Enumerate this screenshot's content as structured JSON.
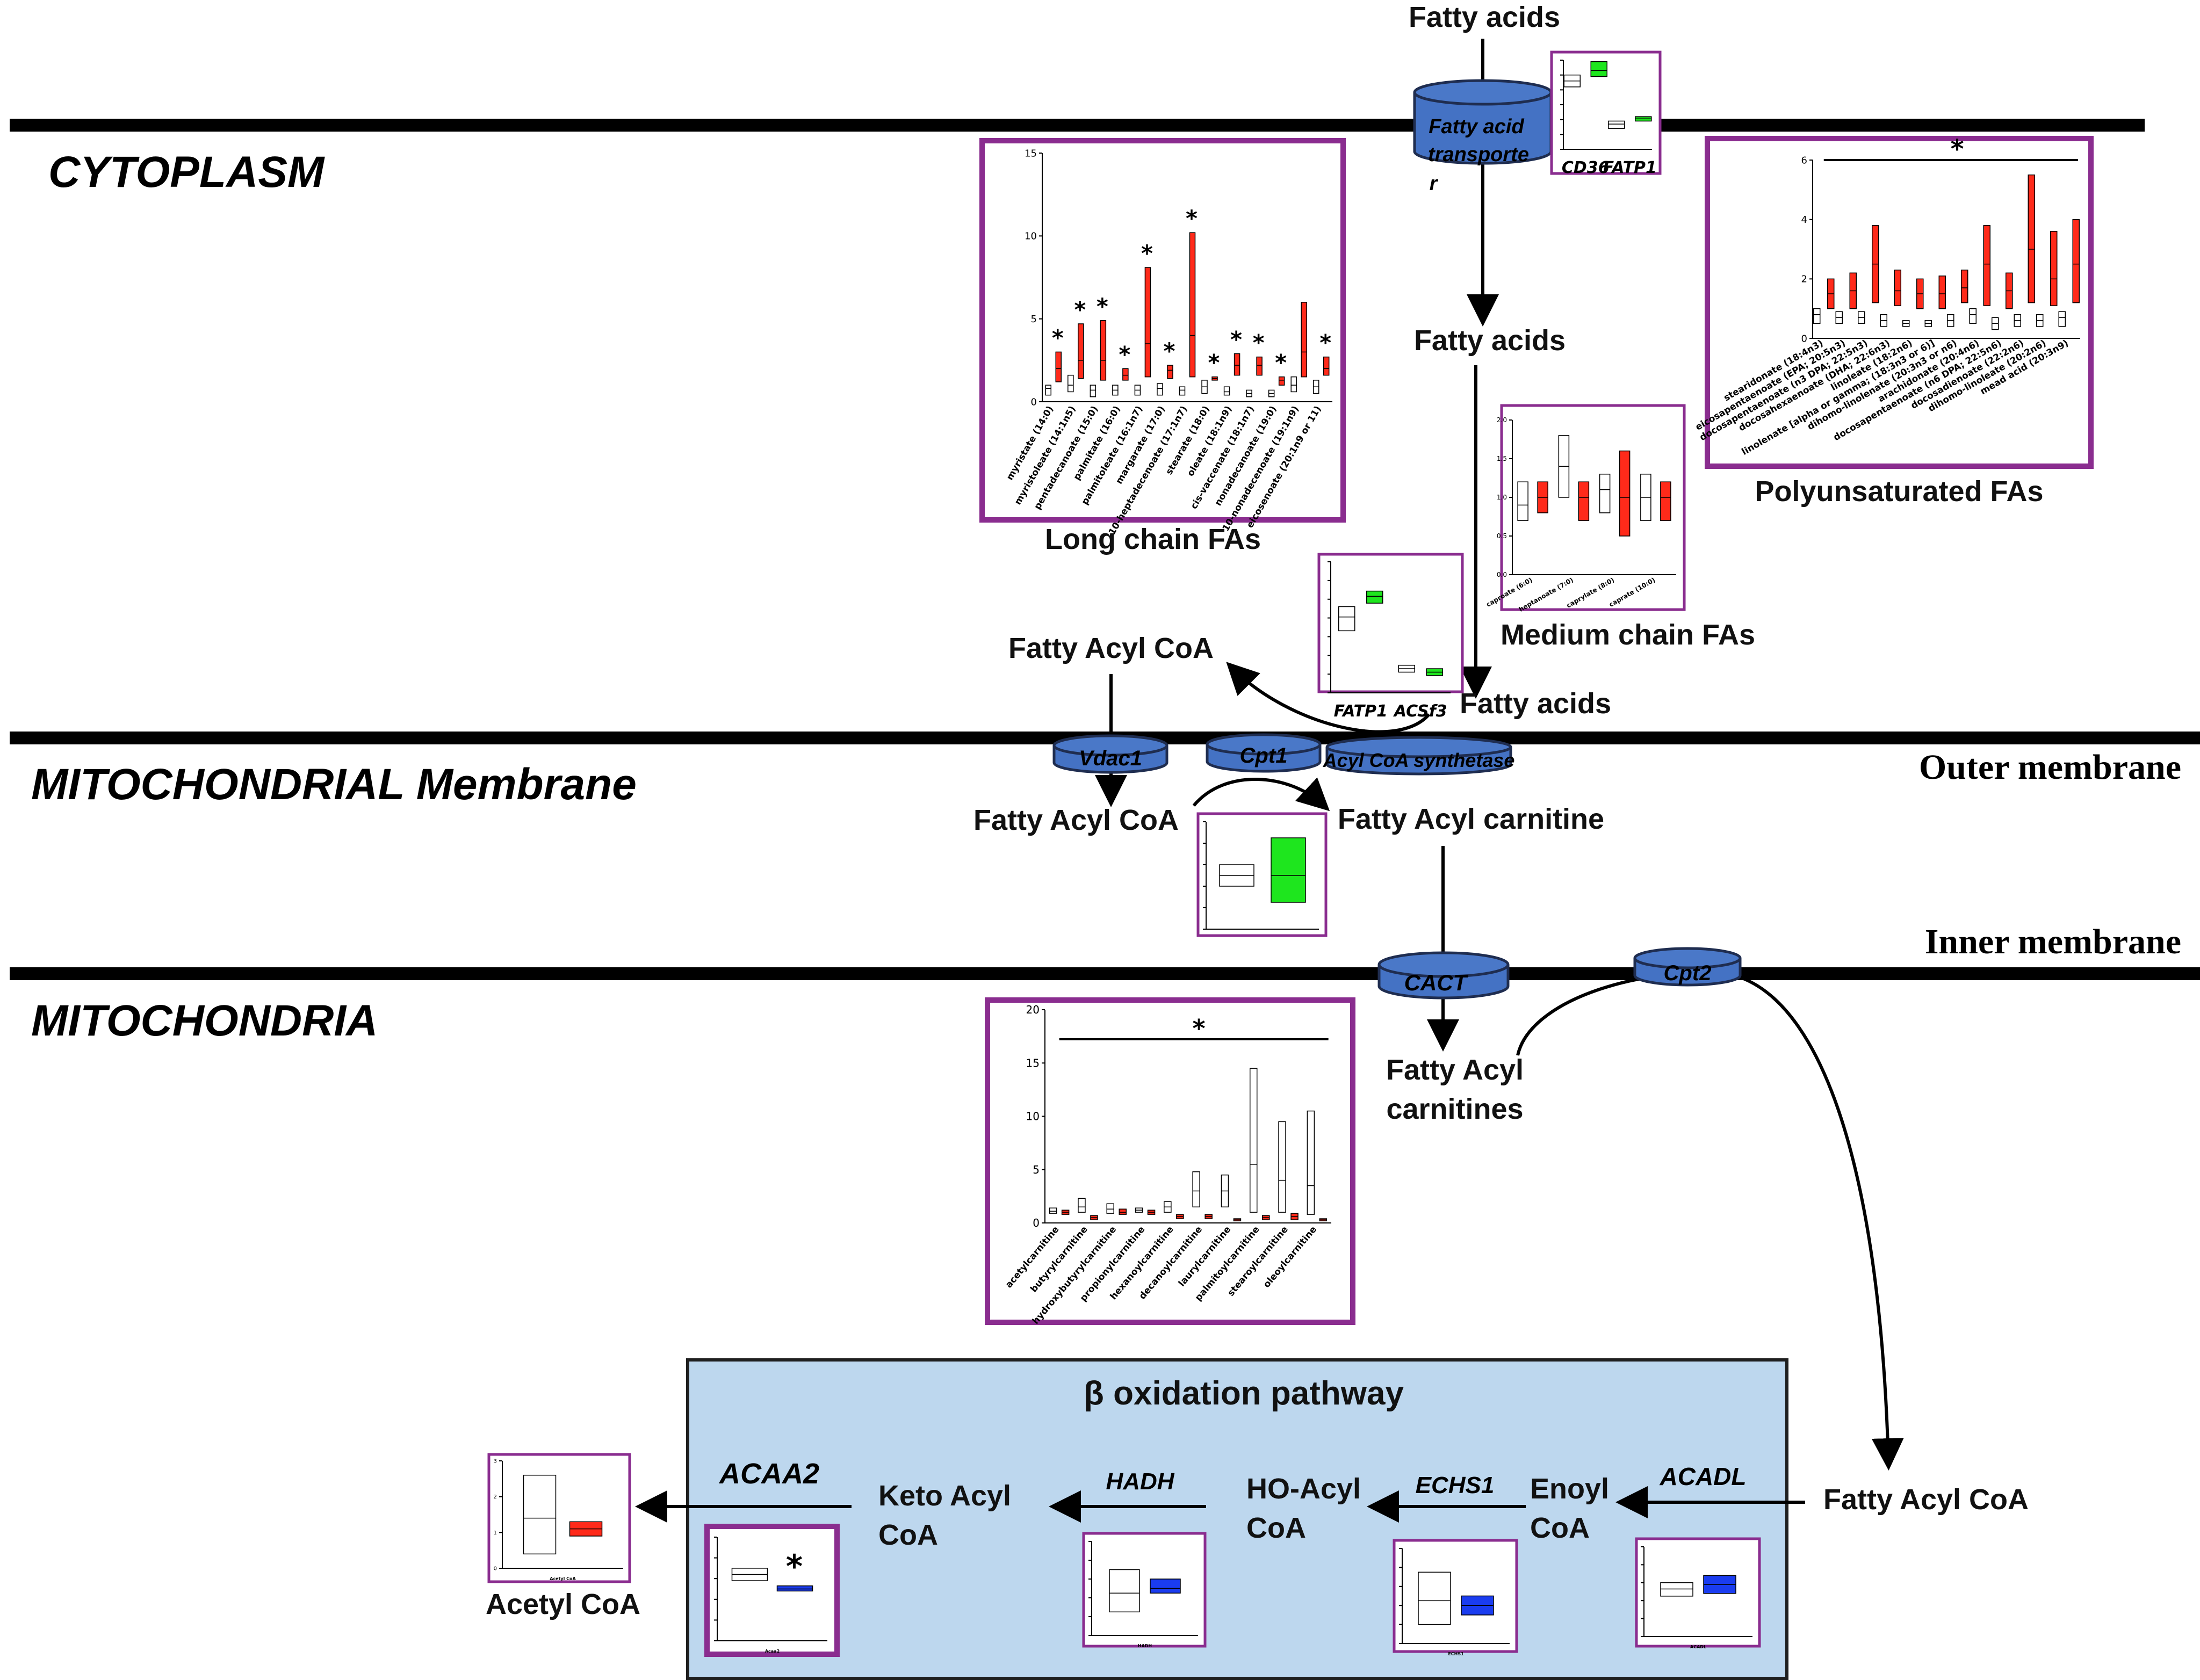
{
  "regions": {
    "cytoplasm": "CYTOPLASM",
    "mito_membrane": "MITOCHONDRIAL Membrane",
    "mitochondria": "MITOCHONDRIA",
    "outer_membrane": "Outer membrane",
    "inner_membrane": "Inner membrane"
  },
  "metabolites": {
    "fa_top": "Fatty acids",
    "fa_mid": "Fatty acids",
    "fa_low": "Fatty acids",
    "fatty_acyl_coa_1": "Fatty Acyl CoA",
    "fatty_acyl_coa_2": "Fatty Acyl CoA",
    "fatty_acyl_carnitine": "Fatty Acyl carnitine",
    "fatty_acyl_carnitines_l1": "Fatty Acyl",
    "fatty_acyl_carnitines_l2": "carnitines",
    "fatty_acyl_coa_3": "Fatty Acyl CoA",
    "enoyl_l1": "Enoyl",
    "enoyl_l2": "CoA",
    "hoacyl_l1": "HO-Acyl",
    "hoacyl_l2": "CoA",
    "keto_l1": "Keto Acyl",
    "keto_l2": "CoA",
    "acetyl_coa": "Acetyl CoA"
  },
  "transporters": {
    "fat_l1": "Fatty acid",
    "fat_l2": "transporte",
    "fat_l3": "r",
    "vdac1": "Vdac1",
    "cpt1": "Cpt1",
    "acs": "Acyl CoA synthetase",
    "cact": "CACT",
    "cpt2": "Cpt2"
  },
  "captions": {
    "long_chain": "Long chain FAs",
    "poly": "Polyunsaturated  FAs",
    "medium": "Medium chain FAs",
    "beta": "β oxidation pathway"
  },
  "enzymes": {
    "acadl": "ACADL",
    "echs1": "ECHS1",
    "hadh": "HADH",
    "acaa2": "ACAA2"
  },
  "star": "*",
  "colors": {
    "purple_frame": "#8a2d8f",
    "membrane_blue": "#4472c4",
    "beta_bg": "#bdd7ee",
    "red": "#ff2a1a",
    "green": "#1ee61e",
    "blue": "#1a3cf0"
  },
  "chart_data": [
    {
      "id": "long_chain",
      "type": "box",
      "ylim": [
        0,
        15
      ],
      "yticks": [
        "0",
        "5",
        "10",
        "15"
      ],
      "categories": [
        "myristate (14:0)",
        "myristoleate (14:1n5)",
        "pentadecanoate (15:0)",
        "palmitate (16:0)",
        "palmitoleate (16:1n7)",
        "margarate (17:0)",
        "10-heptadecenoate (17:1n7)",
        "stearate (18:0)",
        "oleate (18:1n9)",
        "cis-vaccenate (18:1n7)",
        "nonadecanoate (19:0)",
        "10-nonadecenoate (19:1n9)",
        "eicosenoate (20:1n9 or 11)"
      ],
      "series": [
        {
          "color": "white",
          "boxes": [
            [
              0.4,
              0.8,
              1.0
            ],
            [
              0.6,
              1.0,
              1.6
            ],
            [
              0.3,
              0.7,
              1.0
            ],
            [
              0.4,
              0.7,
              1.0
            ],
            [
              0.4,
              0.7,
              1.0
            ],
            [
              0.4,
              0.8,
              1.1
            ],
            [
              0.4,
              0.7,
              0.9
            ],
            [
              0.5,
              0.9,
              1.3
            ],
            [
              0.4,
              0.6,
              0.9
            ],
            [
              0.3,
              0.5,
              0.7
            ],
            [
              0.3,
              0.5,
              0.7
            ],
            [
              0.6,
              1.0,
              1.5
            ],
            [
              0.5,
              0.9,
              1.3
            ]
          ]
        },
        {
          "color": "red",
          "boxes": [
            [
              1.2,
              2.0,
              3.0
            ],
            [
              1.4,
              2.5,
              4.7
            ],
            [
              1.3,
              2.5,
              4.9
            ],
            [
              1.3,
              1.6,
              2.0
            ],
            [
              1.5,
              3.5,
              8.1
            ],
            [
              1.4,
              1.9,
              2.2
            ],
            [
              1.5,
              4.0,
              10.2
            ],
            [
              1.3,
              1.4,
              1.5
            ],
            [
              1.6,
              2.2,
              2.9
            ],
            [
              1.6,
              2.2,
              2.7
            ],
            [
              1.0,
              1.3,
              1.5
            ],
            [
              1.5,
              3.0,
              6.0
            ],
            [
              1.6,
              2.0,
              2.7
            ]
          ]
        }
      ],
      "stars": [
        1,
        1,
        1,
        1,
        1,
        1,
        1,
        1,
        1,
        1,
        1,
        0,
        1
      ]
    },
    {
      "id": "poly",
      "type": "box",
      "ylim": [
        0,
        6
      ],
      "yticks": [
        "0",
        "2",
        "4",
        "6"
      ],
      "categories": [
        "stearidonate (18:4n3)",
        "eicosapentaenoate (EPA; 20:5n3)",
        "docosapentaenoate (n3 DPA; 22:5n3)",
        "docosahexaenoate (DHA; 22:6n3)",
        "linoleate (18:2n6)",
        "linolenate [alpha or gamma; (18:3n3 or 6)]",
        "dihomo-linolenate (20:3n3 or n6)",
        "arachidonate (20:4n6)",
        "docosapentaenoate (n6 DPA; 22:5n6)",
        "docosadienoate (22:2n6)",
        "dihomo-linoleate (20:2n6)",
        "mead acid (20:3n9)"
      ],
      "series": [
        {
          "color": "white",
          "boxes": [
            [
              0.5,
              0.8,
              1.0
            ],
            [
              0.5,
              0.7,
              0.9
            ],
            [
              0.5,
              0.7,
              0.9
            ],
            [
              0.4,
              0.6,
              0.8
            ],
            [
              0.4,
              0.5,
              0.6
            ],
            [
              0.4,
              0.5,
              0.6
            ],
            [
              0.4,
              0.6,
              0.8
            ],
            [
              0.5,
              0.8,
              1.0
            ],
            [
              0.3,
              0.5,
              0.7
            ],
            [
              0.4,
              0.6,
              0.8
            ],
            [
              0.4,
              0.6,
              0.8
            ],
            [
              0.4,
              0.7,
              0.9
            ]
          ]
        },
        {
          "color": "red",
          "boxes": [
            [
              1.0,
              1.5,
              2.0
            ],
            [
              1.0,
              1.6,
              2.2
            ],
            [
              1.2,
              2.5,
              3.8
            ],
            [
              1.1,
              1.6,
              2.3
            ],
            [
              1.0,
              1.5,
              2.0
            ],
            [
              1.0,
              1.5,
              2.1
            ],
            [
              1.2,
              1.7,
              2.3
            ],
            [
              1.1,
              2.5,
              3.8
            ],
            [
              1.0,
              1.6,
              2.2
            ],
            [
              1.2,
              3.0,
              5.5
            ],
            [
              1.1,
              2.0,
              3.6
            ],
            [
              1.2,
              2.5,
              4.0
            ]
          ]
        }
      ],
      "star": "*"
    },
    {
      "id": "medium",
      "type": "box",
      "ylim": [
        0,
        2
      ],
      "yticks": [
        "0.0",
        "0.5",
        "1.0",
        "1.5",
        "2.0"
      ],
      "categories": [
        "caproate (6:0)",
        "heptanoate (7:0)",
        "caprylate (8:0)",
        "caprate (10:0)"
      ],
      "series": [
        {
          "color": "white",
          "boxes": [
            [
              0.7,
              0.9,
              1.2
            ],
            [
              1.0,
              1.4,
              1.8
            ],
            [
              0.8,
              1.1,
              1.3
            ],
            [
              0.7,
              1.0,
              1.3
            ]
          ]
        },
        {
          "color": "red",
          "boxes": [
            [
              0.8,
              1.0,
              1.2
            ],
            [
              0.7,
              1.0,
              1.2
            ],
            [
              0.5,
              1.0,
              1.6
            ],
            [
              0.7,
              1.0,
              1.2
            ]
          ]
        }
      ]
    },
    {
      "id": "carnitines",
      "type": "box",
      "ylim": [
        0,
        20
      ],
      "yticks": [
        "0",
        "5",
        "10",
        "15",
        "20"
      ],
      "categories": [
        "acetylcarnitine",
        "butyrylcarnitine",
        "hydroxybutyrylcarnitine",
        "propionylcarnitine",
        "hexanoylcarnitine",
        "decanoylcarnitine",
        "laurylcarnitine",
        "palmitoylcarnitine",
        "stearoylcarnitine",
        "oleoylcarnitine"
      ],
      "series": [
        {
          "color": "white",
          "boxes": [
            [
              0.9,
              1.1,
              1.4
            ],
            [
              1.0,
              1.5,
              2.3
            ],
            [
              0.9,
              1.3,
              1.8
            ],
            [
              1.0,
              1.2,
              1.4
            ],
            [
              1.0,
              1.5,
              2.0
            ],
            [
              1.5,
              3.0,
              4.8
            ],
            [
              1.5,
              3.0,
              4.5
            ],
            [
              1.0,
              5.5,
              14.5
            ],
            [
              1.0,
              4.0,
              9.5
            ],
            [
              0.8,
              3.5,
              10.5
            ]
          ]
        },
        {
          "color": "red",
          "boxes": [
            [
              0.8,
              1.0,
              1.2
            ],
            [
              0.3,
              0.5,
              0.7
            ],
            [
              0.8,
              1.0,
              1.3
            ],
            [
              0.8,
              1.0,
              1.2
            ],
            [
              0.4,
              0.6,
              0.8
            ],
            [
              0.4,
              0.6,
              0.8
            ],
            [
              0.2,
              0.3,
              0.4
            ],
            [
              0.3,
              0.5,
              0.7
            ],
            [
              0.3,
              0.6,
              0.9
            ],
            [
              0.2,
              0.3,
              0.4
            ]
          ]
        }
      ],
      "star": "*"
    },
    {
      "id": "cd36_fatp1",
      "type": "box",
      "ylim": [
        1000,
        7000
      ],
      "yticks": [
        "",
        "",
        "",
        "",
        "",
        "",
        ""
      ],
      "categories": [
        "CD36",
        "FATP1"
      ],
      "series": [
        {
          "color": "white",
          "boxes": [
            [
              5200,
              5600,
              6000
            ],
            [
              2400,
              2700,
              2900
            ]
          ]
        },
        {
          "color": "green",
          "boxes": [
            [
              5900,
              6300,
              6900
            ],
            [
              2900,
              3100,
              3200
            ]
          ]
        }
      ]
    },
    {
      "id": "fatp1_acsf3",
      "type": "box",
      "ylim": [
        200,
        4000
      ],
      "yticks": [
        "",
        "",
        "",
        "",
        "",
        "",
        "",
        ""
      ],
      "categories": [
        "FATP1",
        "ACSf3"
      ],
      "series": [
        {
          "color": "white",
          "boxes": [
            [
              2000,
              2400,
              2700
            ],
            [
              800,
              900,
              1000
            ]
          ]
        },
        {
          "color": "green",
          "boxes": [
            [
              2800,
              3000,
              3150
            ],
            [
              700,
              800,
              900
            ]
          ]
        }
      ]
    },
    {
      "id": "cpt1",
      "type": "box",
      "ylim": [
        0,
        10
      ],
      "yticks": [
        "",
        "",
        "",
        "",
        "",
        ""
      ],
      "categories": [
        ""
      ],
      "series": [
        {
          "color": "white",
          "boxes": [
            [
              4,
              5,
              6
            ]
          ]
        },
        {
          "color": "green",
          "boxes": [
            [
              2.5,
              5,
              8.5
            ]
          ]
        }
      ]
    },
    {
      "id": "acetylcoa",
      "type": "box",
      "ylim": [
        0,
        3
      ],
      "yticks": [
        "0",
        "1",
        "2",
        "3"
      ],
      "categories": [
        "Acetyl CoA"
      ],
      "series": [
        {
          "color": "white",
          "boxes": [
            [
              0.4,
              1.4,
              2.6
            ]
          ]
        },
        {
          "color": "red",
          "boxes": [
            [
              0.9,
              1.1,
              1.3
            ]
          ]
        }
      ]
    },
    {
      "id": "acaa2",
      "type": "box",
      "ylim": [
        0,
        10
      ],
      "yticks": [
        "",
        "",
        "",
        "",
        "",
        ""
      ],
      "categories": [
        "Acaa2"
      ],
      "series": [
        {
          "color": "white",
          "boxes": [
            [
              5.8,
              6.4,
              7.0
            ]
          ]
        },
        {
          "color": "blue",
          "boxes": [
            [
              4.8,
              5.0,
              5.3
            ]
          ]
        }
      ],
      "star": "*"
    },
    {
      "id": "hadh",
      "type": "box",
      "ylim": [
        0,
        10
      ],
      "yticks": [
        "",
        "",
        "",
        "",
        "",
        ""
      ],
      "categories": [
        "HADH"
      ],
      "series": [
        {
          "color": "white",
          "boxes": [
            [
              2.5,
              4.5,
              7.0
            ]
          ]
        },
        {
          "color": "blue",
          "boxes": [
            [
              4.5,
              5.0,
              6.0
            ]
          ]
        }
      ]
    },
    {
      "id": "echs1",
      "type": "box",
      "ylim": [
        0,
        10
      ],
      "yticks": [
        "",
        "",
        "",
        "",
        "",
        ""
      ],
      "categories": [
        "ECHS1"
      ],
      "series": [
        {
          "color": "white",
          "boxes": [
            [
              2.0,
              4.5,
              7.5
            ]
          ]
        },
        {
          "color": "blue",
          "boxes": [
            [
              3.0,
              4.0,
              5.0
            ]
          ]
        }
      ]
    },
    {
      "id": "acadl",
      "type": "box",
      "ylim": [
        0,
        10
      ],
      "yticks": [
        "",
        "",
        "",
        "",
        "",
        ""
      ],
      "categories": [
        "ACADL"
      ],
      "series": [
        {
          "color": "white",
          "boxes": [
            [
              4.5,
              5.3,
              6.0
            ]
          ]
        },
        {
          "color": "blue",
          "boxes": [
            [
              4.8,
              5.8,
              6.8
            ]
          ]
        }
      ]
    }
  ]
}
